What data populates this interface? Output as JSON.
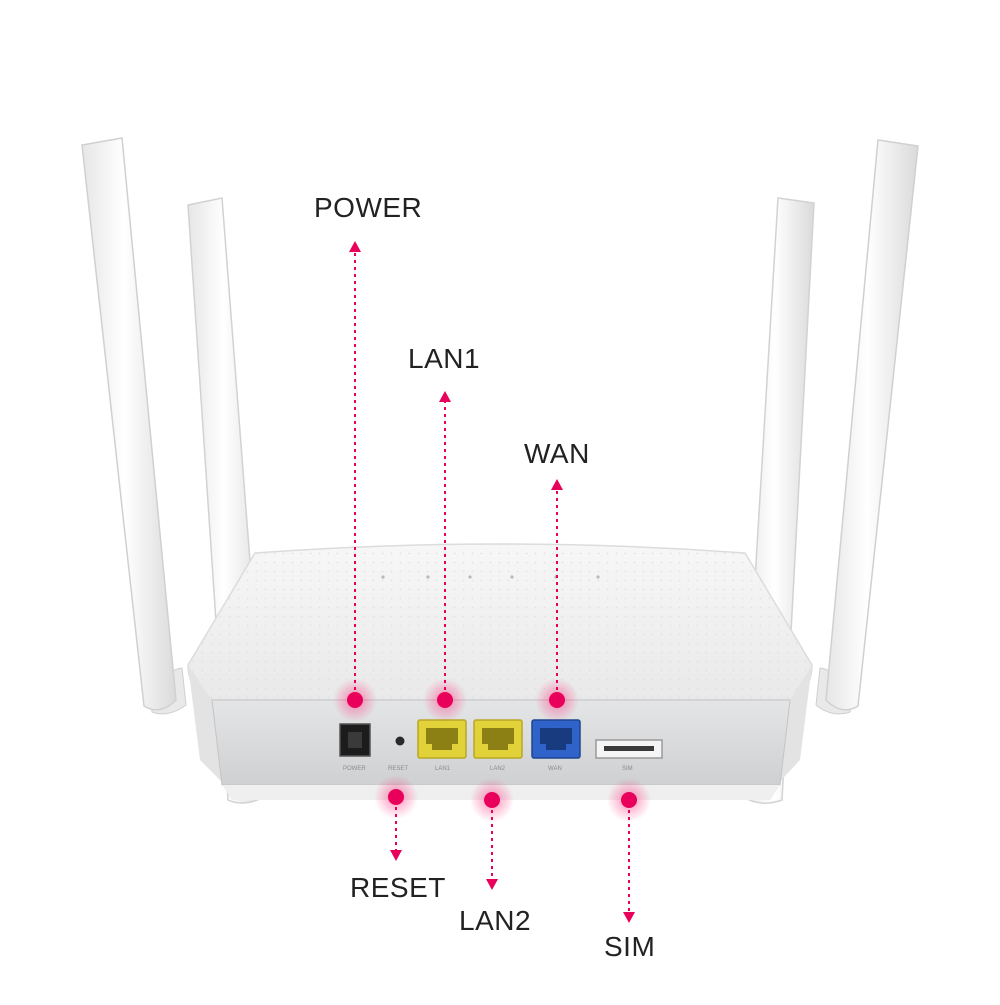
{
  "callouts": {
    "power": "POWER",
    "lan1": "LAN1",
    "wan": "WAN",
    "reset": "RESET",
    "lan2": "LAN2",
    "sim": "SIM"
  },
  "port_captions": {
    "power": "POWER",
    "reset": "RESET",
    "lan1": "LAN1",
    "lan2": "LAN2",
    "wan": "WAN",
    "sim": "SIM"
  },
  "colors": {
    "accent": "#e8005a",
    "lan_port": "#e2d23a",
    "wan_port": "#2f63c9",
    "body": "#f3f3f3",
    "panel": "#d9dadc"
  }
}
